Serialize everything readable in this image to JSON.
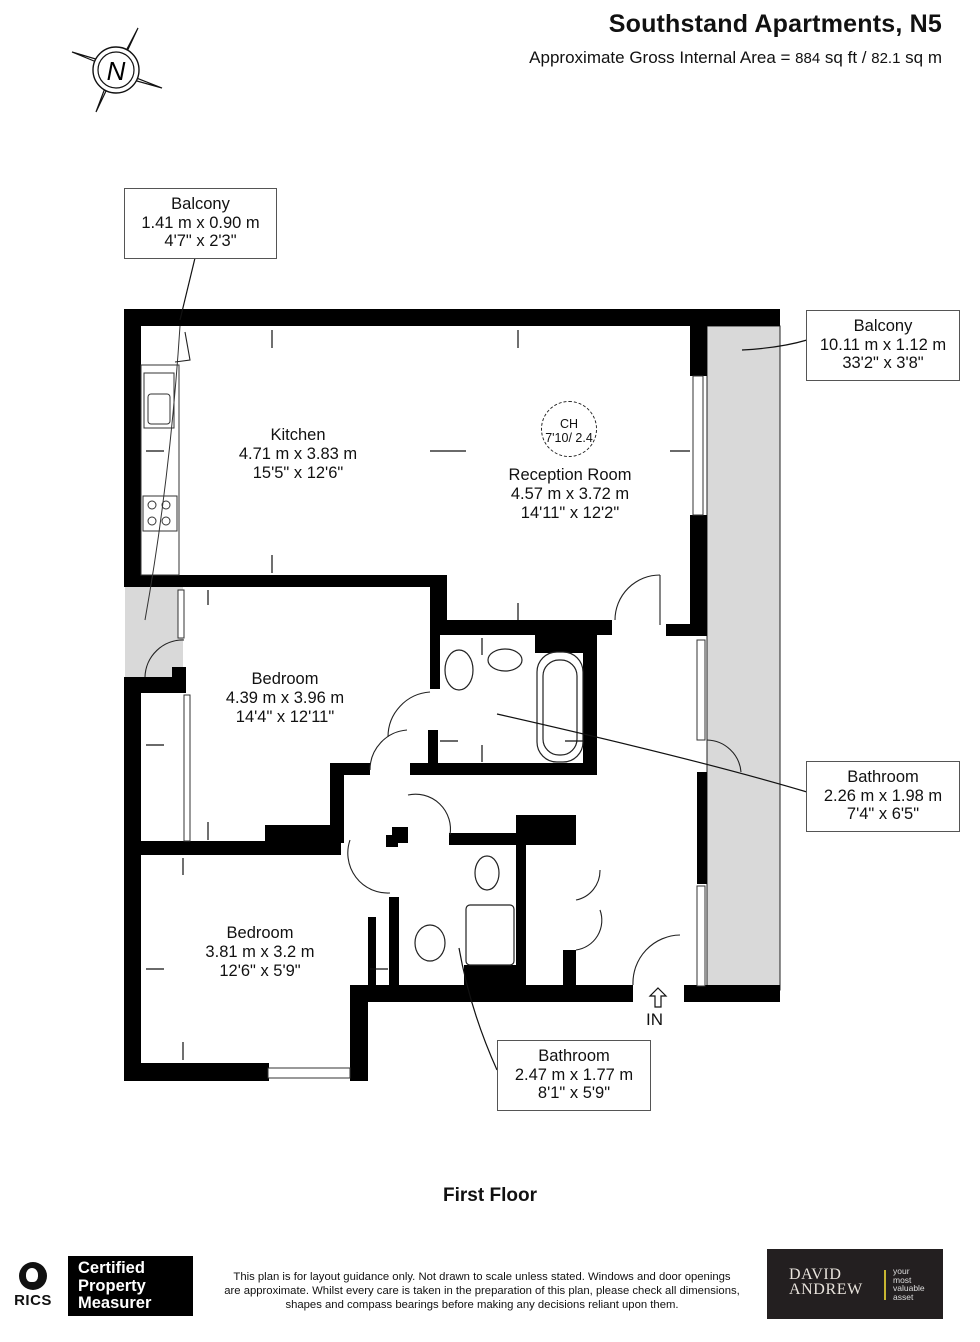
{
  "header": {
    "title": "Southstand Apartments, N5",
    "area_prefix": "Approximate Gross Internal Area = ",
    "area_sqft": "884",
    "area_sqft_unit": " sq ft / ",
    "area_sqm": "82.1",
    "area_sqm_unit": " sq m"
  },
  "compass": {
    "icon": "compass-north-icon",
    "letter": "N"
  },
  "rooms": {
    "kitchen": {
      "name": "Kitchen",
      "metric": "4.71 m x 3.83 m",
      "imperial": "15'5\" x 12'6\""
    },
    "reception": {
      "name": "Reception Room",
      "metric": "4.57 m x 3.72 m",
      "imperial": "14'11\" x 12'2\""
    },
    "bedroom1": {
      "name": "Bedroom",
      "metric": "4.39 m x 3.96 m",
      "imperial": "14'4\" x 12'11\""
    },
    "bedroom2": {
      "name": "Bedroom",
      "metric": "3.81 m x 3.2 m",
      "imperial": "12'6\" x 5'9\""
    }
  },
  "ceiling_height": {
    "label": "CH",
    "value": "7'10/ 2.4"
  },
  "callouts": {
    "balcony_small": {
      "name": "Balcony",
      "metric": "1.41 m x 0.90 m",
      "imperial": "4'7\" x 2'3\""
    },
    "balcony_large": {
      "name": "Balcony",
      "metric": "10.11 m x 1.12 m",
      "imperial": "33'2\" x 3'8\""
    },
    "bathroom_main": {
      "name": "Bathroom",
      "metric": "2.26 m x 1.98 m",
      "imperial": "7'4\" x 6'5\""
    },
    "bathroom_ensuite": {
      "name": "Bathroom",
      "metric": "2.47 m x 1.77 m",
      "imperial": "8'1\" x 5'9\""
    }
  },
  "entrance": {
    "label": "IN"
  },
  "floor_label": "First Floor",
  "footer": {
    "rics_text": "RICS",
    "certified": [
      "Certified",
      "Property",
      "Measurer"
    ],
    "disclaimer": [
      "This plan is for layout guidance only. Not drawn to scale unless stated. Windows and door openings",
      "are approximate. Whilst every care is taken in the preparation of this plan, please check all dimensions,",
      "shapes and compass bearings before making any decisions reliant upon them."
    ],
    "brand_name": [
      "DAVID",
      "ANDREW"
    ],
    "brand_tagline": [
      "your",
      "most",
      "valuable",
      "asset"
    ]
  },
  "colors": {
    "wall": "#000000",
    "balcony_fill": "#d9d9d9",
    "brand_bg": "#231f20",
    "brand_accent": "#c8b631"
  }
}
